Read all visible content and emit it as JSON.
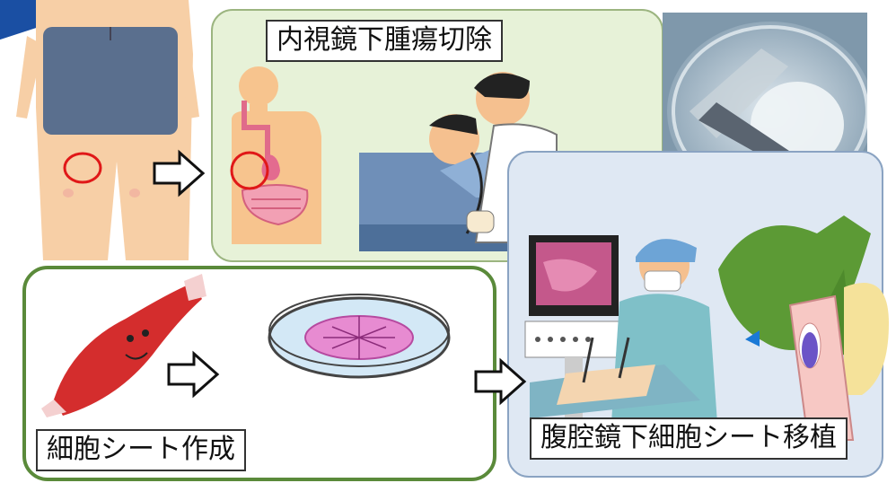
{
  "corner_badge": "",
  "panels": {
    "resection": {
      "label": "内視鏡下腫瘍切除"
    },
    "culture": {
      "label": "細胞シート作成"
    },
    "transplant": {
      "label": "腹腔鏡下細胞シート移植"
    }
  },
  "colors": {
    "resection_bg": "#e7f2d8",
    "resection_border": "#9cb580",
    "culture_border": "#5a8a3a",
    "transplant_bg": "#dfe8f3",
    "transplant_border": "#8aa3c2",
    "marker": "#e01818",
    "badge": "#1a4fa3"
  }
}
